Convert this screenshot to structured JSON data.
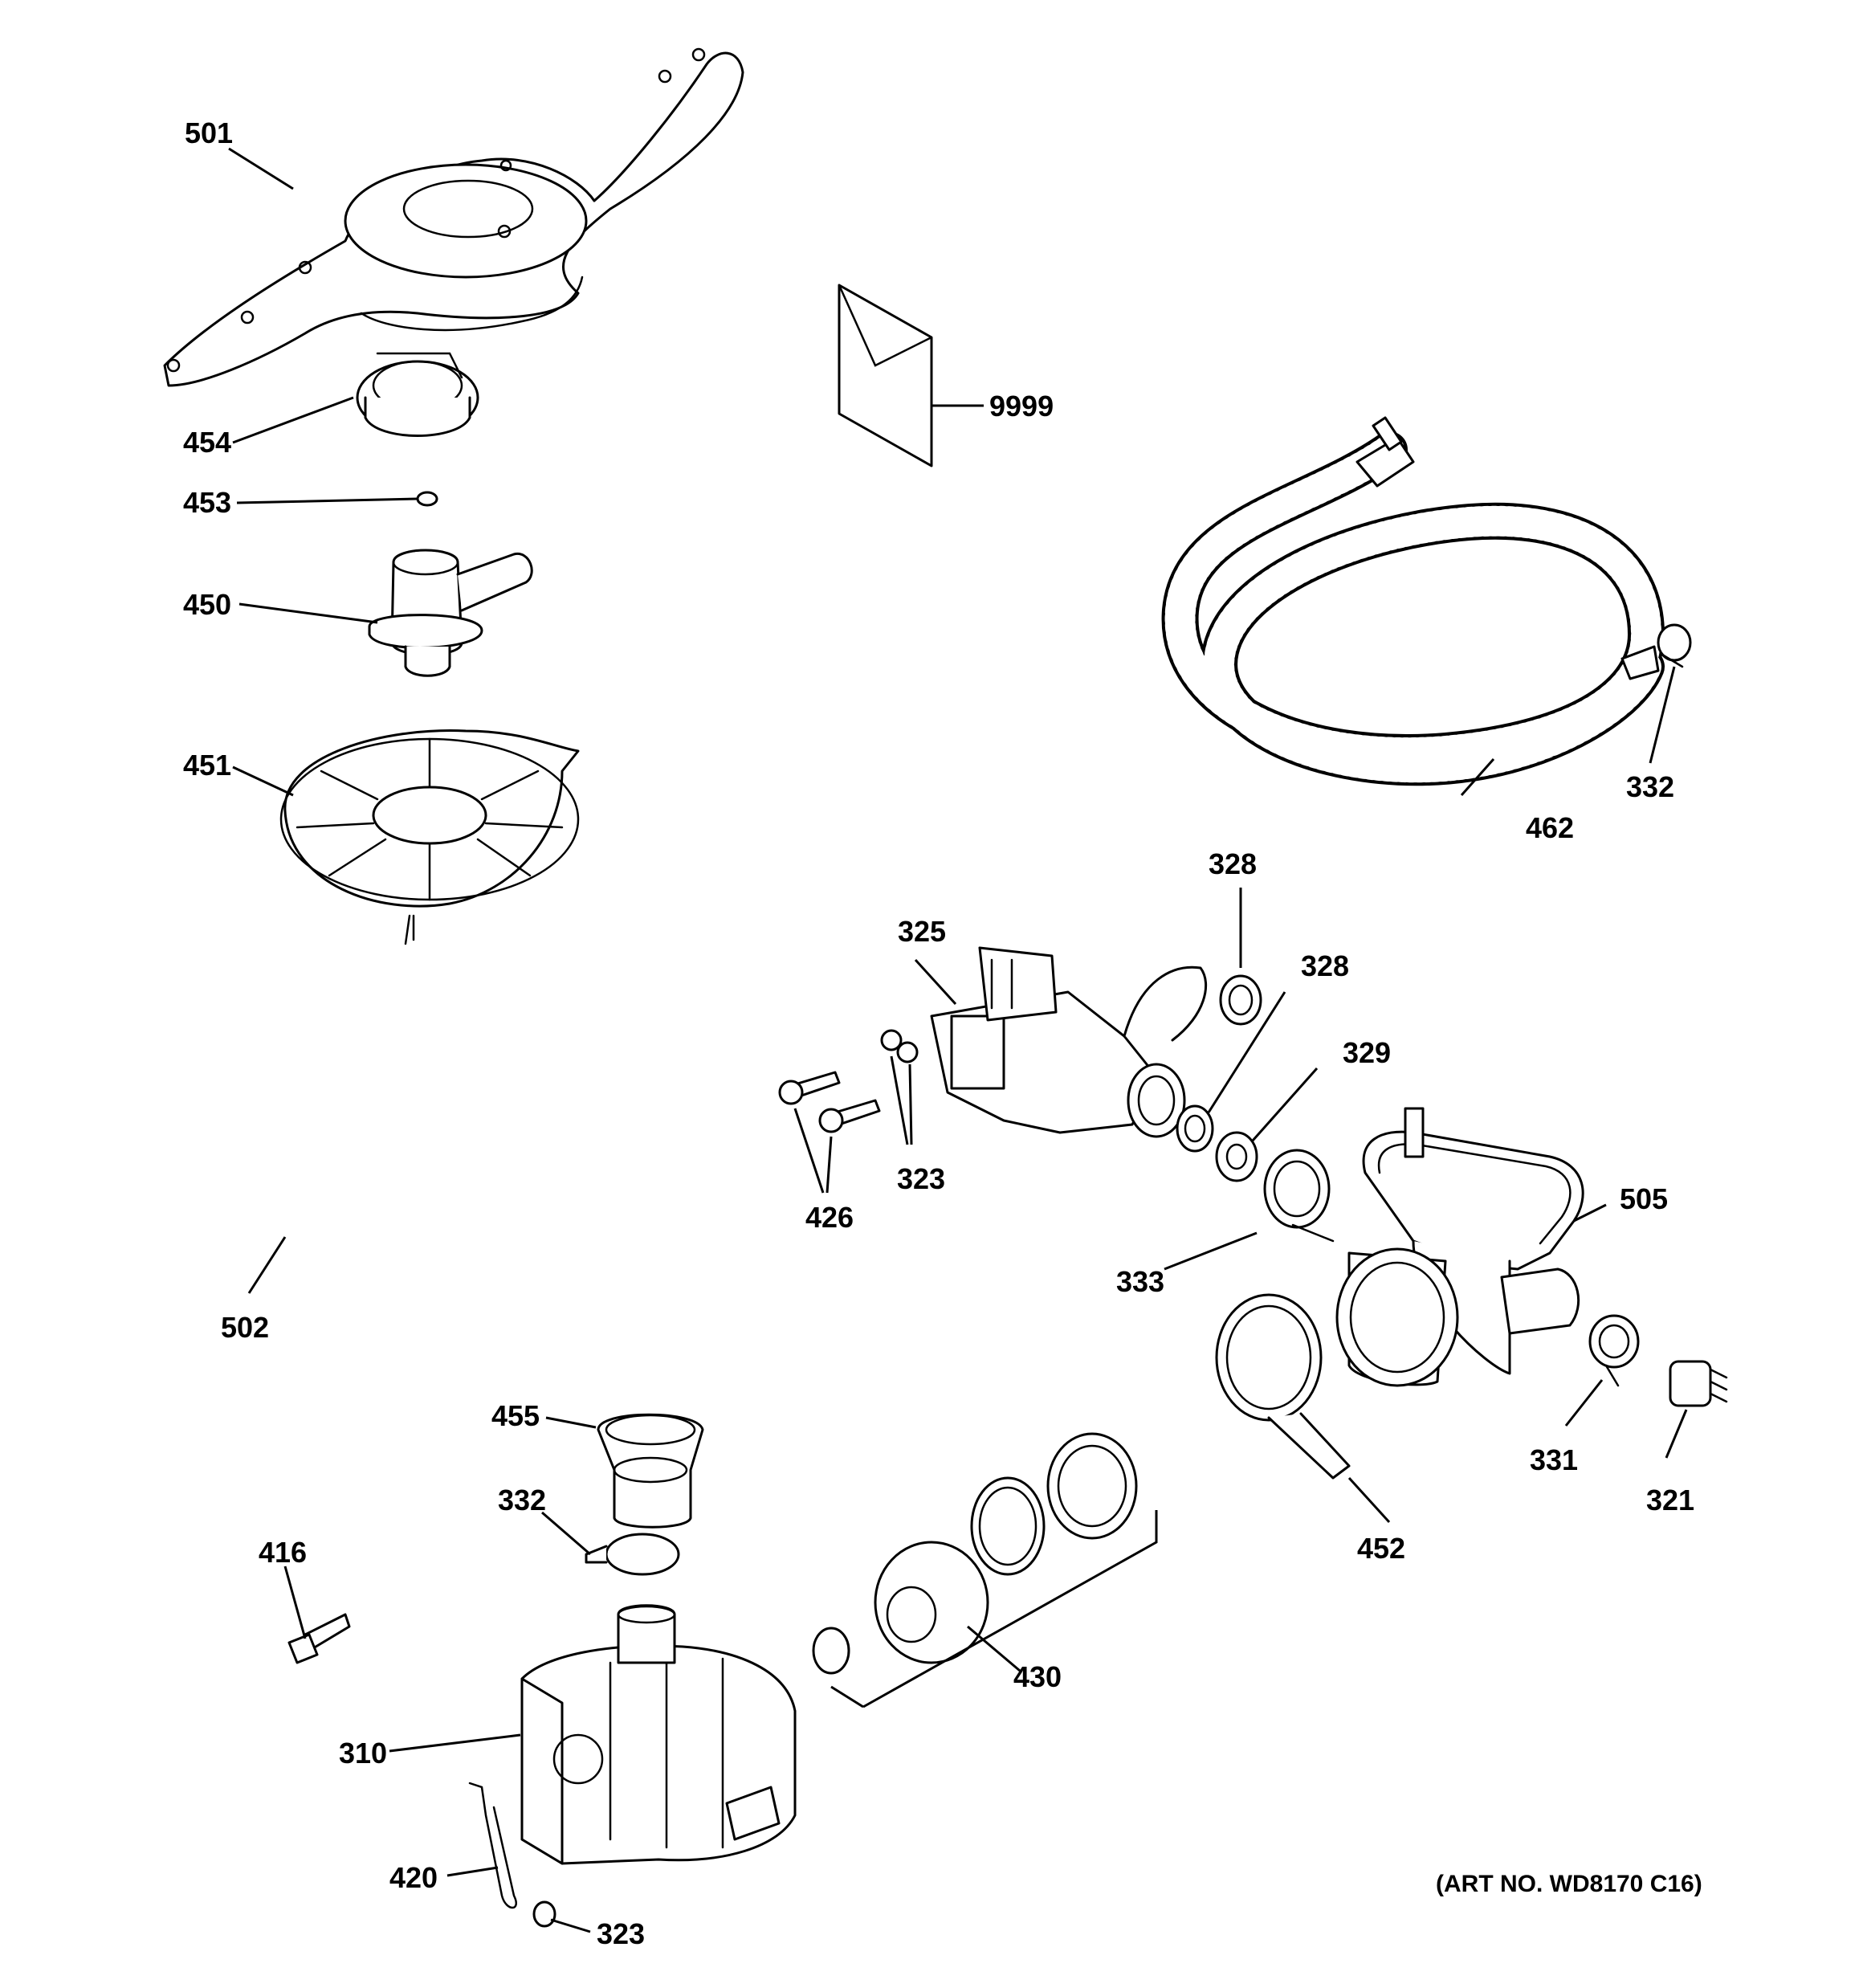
{
  "diagram": {
    "part_labels": {
      "p501": "501",
      "p454": "454",
      "p453": "453",
      "p450": "450",
      "p451": "451",
      "p502": "502",
      "p9999": "9999",
      "p462": "462",
      "p332a": "332",
      "p328a": "328",
      "p328b": "328",
      "p325": "325",
      "p329": "329",
      "p323a": "323",
      "p426": "426",
      "p505": "505",
      "p333": "333",
      "p331": "331",
      "p321": "321",
      "p452": "452",
      "p455": "455",
      "p332b": "332",
      "p416": "416",
      "p430": "430",
      "p310": "310",
      "p420": "420",
      "p323b": "323"
    },
    "art_number": "(ART NO. WD8170 C16)"
  }
}
